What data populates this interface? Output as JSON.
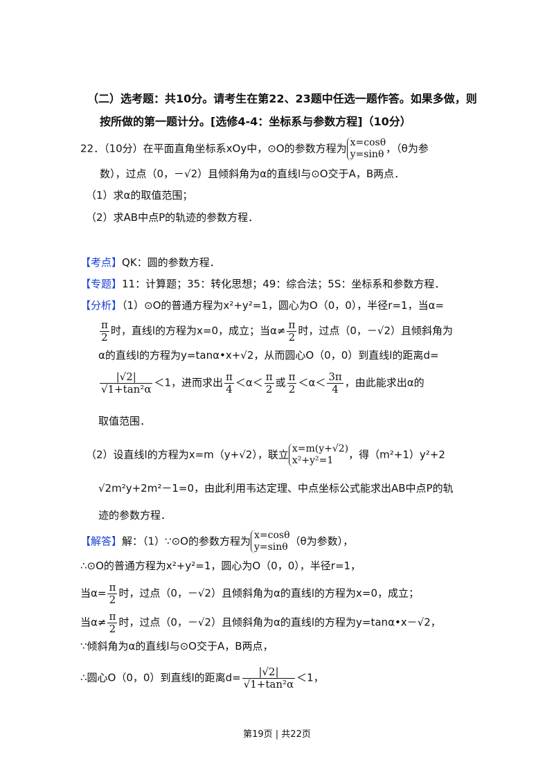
{
  "header": {
    "line1": "（二）选考题：共10分。请考生在第22、23题中任选一题作答。如果多做，则",
    "line2": "按所做的第一题计分。[选修4-4：坐标系与参数方程]（10分）"
  },
  "question": {
    "p1a": "22．（10分）在平面直角坐标系xOy中，⊙O的参数方程为",
    "sys1": "x=cosθ",
    "sys2": "y=sinθ",
    "p1b": "，（θ为参",
    "p2a": "数），过点（0，－",
    "sqrt2": "√2",
    "p2b": "）且倾斜角为α的直线l与⊙O交于A，B两点．",
    "q1": "（1）求α的取值范围；",
    "q2": "（2）求AB中点P的轨迹的参数方程．"
  },
  "kaodian": {
    "tag": "【考点】",
    "text": "QK：圆的参数方程．"
  },
  "zhuanti": {
    "tag": "【专题】",
    "text": "11：计算题；35：转化思想；49：综合法；5S：坐标系和参数方程．"
  },
  "fenxi": {
    "tag": "【分析】",
    "l1": "（1）⊙O的普通方程为x²+y²=1，圆心为O（0，0），半径r=1，当α=",
    "pi": "π",
    "two": "2",
    "l2a": "时，直线l的方程为x=0，成立；当α≠",
    "l2b": "时，过点（0，－",
    "l2c": "）且倾斜角为",
    "l3a": "α的直线l的方程为y=tanα•x+",
    "l3b": "，从而圆心O（0，0）到直线l的距离d=",
    "frac_num": "|√2|",
    "frac_den": "√1+tan²α",
    "l4a": "＜1，进而求出",
    "four": "4",
    "three_pi": "3π",
    "lt_alpha_lt": "＜α＜",
    "huo": "或",
    "l4b": "，由此能求出α的",
    "l5": "取值范围．",
    "l6a": "（2）设直线l的方程为x=m（y+",
    "l6b": "），联立",
    "sysA": "x=m(y+√2)",
    "sysB": "x²+y²=1",
    "l6c": "，得（m²+1）y²+2",
    "l7": "√2m²y+2m²－1=0，由此利用韦达定理、中点坐标公式能求出AB中点P的轨",
    "l8": "迹的参数方程．"
  },
  "jieda": {
    "tag": "【解答】",
    "l1a": "解：（1）∵⊙O的参数方程为",
    "l1b": "（θ为参数），",
    "l2": "∴⊙O的普通方程为x²+y²=1，圆心为O（0，0），半径r=1，",
    "l3a": "当α=",
    "l3b": "时，过点（0，－",
    "l3c": "）且倾斜角为α的直线l的方程为x=0，成立；",
    "l4a": "当α≠",
    "l4c": "）且倾斜角为α的直线l的方程为y=tanα•x－",
    "l4d": "，",
    "l5": "∵倾斜角为α的直线l与⊙O交于A，B两点，",
    "l6a": "∴圆心O（0，0）到直线l的距离d=",
    "l6b": "＜1，"
  },
  "footer": {
    "page_info": "第19页 | 共22页"
  }
}
